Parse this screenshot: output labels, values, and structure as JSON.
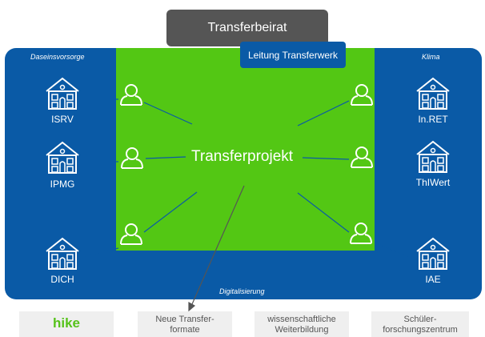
{
  "header": {
    "title": "Transferbeirat",
    "leitung": "Leitung Transferwerk"
  },
  "center": {
    "label": "Transferprojekt"
  },
  "captions": {
    "left": "Daseinsvorsorge",
    "right": "Klima",
    "bottom": "Digitalisierung"
  },
  "institutions": {
    "left": [
      "ISRV",
      "IPMG",
      "DICH"
    ],
    "right": [
      "In.RET",
      "ThIWert",
      "IAE"
    ]
  },
  "bottom_tabs": {
    "hike": "hike",
    "neue_line1": "Neue Transfer-",
    "neue_line2": "formate",
    "wb_line1": "wissenschaftliche",
    "wb_line2": "Weiterbildung",
    "sf_line1": "Schüler-",
    "sf_line2": "forschungszentrum"
  },
  "colors": {
    "blue": "#0a5aa6",
    "green": "#53c714",
    "gray": "#555555"
  },
  "icons": {
    "institution": "building-icon",
    "person": "person-icon"
  }
}
